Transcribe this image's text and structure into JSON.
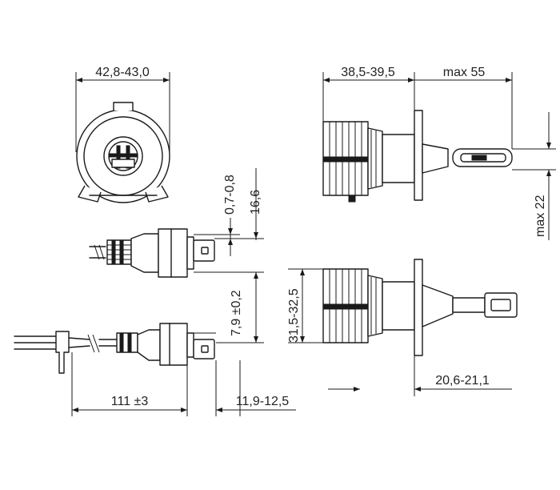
{
  "dimensions": {
    "cap_diameter": "42,8-43,0",
    "prong_thickness": "0,7-0,8",
    "prong_length": "16,6",
    "prong_offset": "7,9 ±0,2",
    "cable_length": "111 ±3",
    "connector_length": "11,9-12,5",
    "heatsink_length": "38,5-39,5",
    "total_length": "max 55",
    "bulb_height": "max 22",
    "heatsink_diameter": "31,5-32,5",
    "tip_length": "20,6-21,1"
  },
  "colors": {
    "line": "#1a1a1a",
    "background": "#ffffff"
  }
}
